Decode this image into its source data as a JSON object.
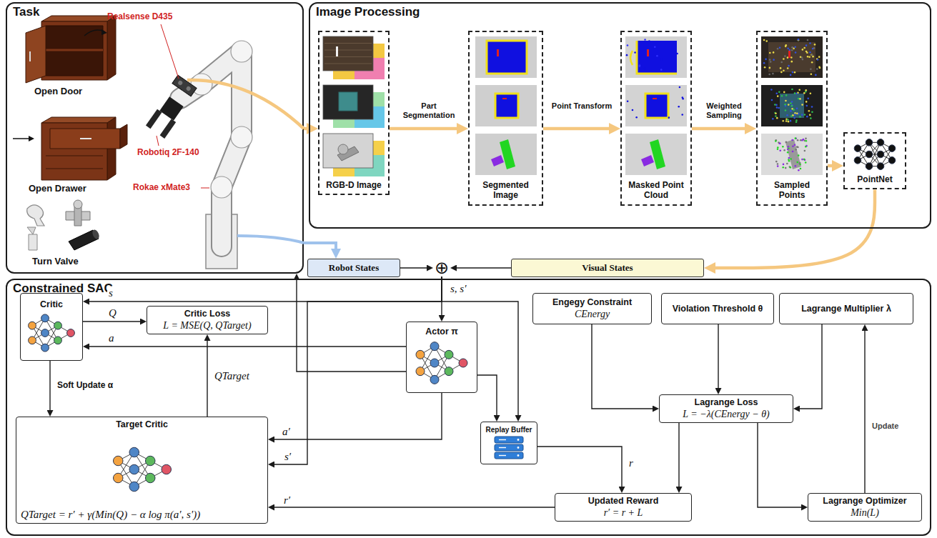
{
  "diagram": {
    "nodes": [
      {
        "text": [
          "Task"
        ]
      },
      {
        "text": [
          "Image Processing"
        ]
      },
      {
        "text": [
          "RGB-D Image"
        ],
        "in": 1
      },
      {
        "text": [
          "Segmented Image"
        ],
        "in": 1
      },
      {
        "text": [
          "Masked Point Cloud"
        ],
        "in": 1
      },
      {
        "text": [
          "Sampled Points"
        ],
        "in": 1
      },
      {
        "text": [
          "PointNet"
        ],
        "in": 1
      },
      {
        "text": [
          "Robot States"
        ]
      },
      {
        "text": [
          "⊕"
        ]
      },
      {
        "text": [
          "Visual States"
        ]
      },
      {
        "text": [
          "Constrained SAC"
        ]
      },
      {
        "text": [
          "Critic"
        ],
        "in": 10
      },
      {
        "text": [
          "Critic Loss",
          "L = MSE(Q, QTarget)"
        ],
        "in": 10
      },
      {
        "text": [
          "Actor π"
        ],
        "in": 10
      },
      {
        "text": [
          "Engegy Constraint",
          "CEnergy"
        ],
        "in": 10
      },
      {
        "text": [
          "Violation Threshold θ"
        ],
        "in": 10
      },
      {
        "text": [
          "Lagrange Multiplier λ"
        ],
        "in": 10
      },
      {
        "text": [
          "Lagrange Loss",
          "L = −λ(CEnergy − θ)"
        ],
        "in": 10
      },
      {
        "text": [
          "Replay Buffer"
        ],
        "in": 10
      },
      {
        "text": [
          "Target Critic",
          "QTarget = r′ + γ(Min(Q) − α log π(a′, s′))"
        ],
        "in": 10
      },
      {
        "text": [
          "Updated Reward",
          "r′ = r + L"
        ],
        "in": 10
      },
      {
        "text": [
          "Lagrange Optimizer",
          "Min(L)"
        ],
        "in": 10
      }
    ],
    "edges": [
      {
        "from": 0,
        "to": 2,
        "arrow": "to"
      },
      {
        "from": 2,
        "to": 3,
        "label": "Part Segmentation",
        "arrow": "to"
      },
      {
        "from": 3,
        "to": 4,
        "label": "Point Transform",
        "arrow": "to"
      },
      {
        "from": 4,
        "to": 5,
        "label": "Weighted Sampling",
        "arrow": "to"
      },
      {
        "from": 5,
        "to": 6,
        "arrow": "to"
      },
      {
        "from": 6,
        "to": 9,
        "arrow": "to"
      },
      {
        "from": 0,
        "to": 7,
        "arrow": "to"
      },
      {
        "from": 7,
        "to": 8,
        "arrow": "to"
      },
      {
        "from": 9,
        "to": 8,
        "arrow": "to"
      },
      {
        "from": 8,
        "to": 13,
        "label": "s, s′",
        "arrow": "to"
      },
      {
        "from": 8,
        "to": 11,
        "label": "s",
        "arrow": "to"
      },
      {
        "from": 8,
        "to": 19,
        "label": "s′",
        "arrow": "to"
      },
      {
        "from": 8,
        "to": 18,
        "arrow": "to"
      },
      {
        "from": 13,
        "to": 11,
        "label": "a",
        "arrow": "to"
      },
      {
        "from": 13,
        "to": 0,
        "arrow": "to"
      },
      {
        "from": 13,
        "to": 19,
        "label": "a′",
        "arrow": "to"
      },
      {
        "from": 13,
        "to": 18,
        "arrow": "to"
      },
      {
        "from": 11,
        "to": 12,
        "label": "Q",
        "arrow": "to"
      },
      {
        "from": 19,
        "to": 12,
        "label": "QTarget",
        "arrow": "to"
      },
      {
        "from": 11,
        "to": 19,
        "label": "Soft Update α",
        "arrow": "to"
      },
      {
        "from": 18,
        "to": 20,
        "label": "r",
        "arrow": "to"
      },
      {
        "from": 20,
        "to": 19,
        "label": "r′",
        "arrow": "to"
      },
      {
        "from": 14,
        "to": 17,
        "arrow": "to"
      },
      {
        "from": 15,
        "to": 17,
        "arrow": "to"
      },
      {
        "from": 16,
        "to": 17,
        "arrow": "to"
      },
      {
        "from": 17,
        "to": 20,
        "arrow": "to"
      },
      {
        "from": 17,
        "to": 21,
        "arrow": "to"
      },
      {
        "from": 21,
        "to": 16,
        "label": "Update",
        "arrow": "to"
      }
    ],
    "labels": [
      "Open Door",
      "Open Drawer",
      "Turn Valve",
      "Realsense D435",
      "Robotiq 2F-140",
      "Rokae xMate3"
    ]
  }
}
